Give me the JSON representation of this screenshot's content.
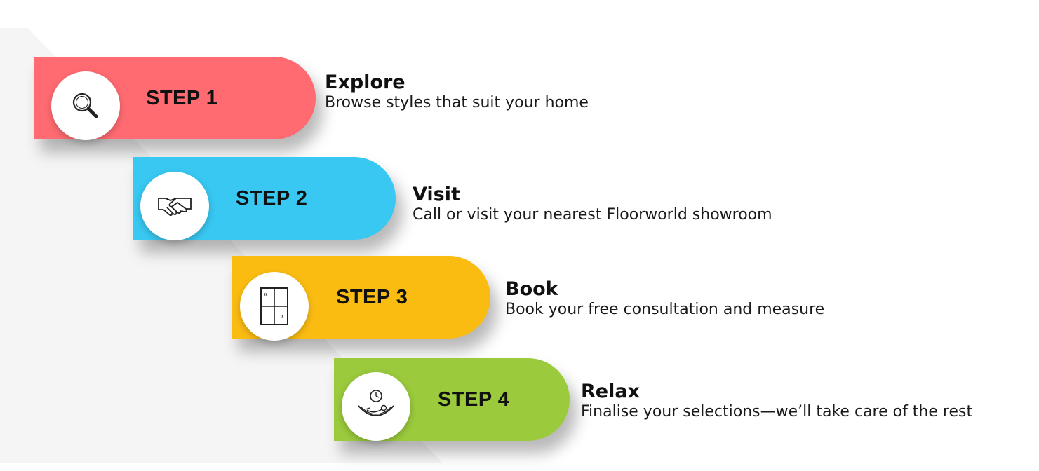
{
  "colors": {
    "step1": "#ff6b71",
    "step2": "#38c8f2",
    "step3": "#fbbc12",
    "step4": "#9bca3c",
    "background_wedge": "#f5f5f5"
  },
  "steps": [
    {
      "label": "STEP 1",
      "title": "Explore",
      "description": "Browse styles that suit your home",
      "icon": "magnifier-icon"
    },
    {
      "label": "STEP 2",
      "title": "Visit",
      "description": "Call or visit your nearest Floorworld showroom",
      "icon": "handshake-icon"
    },
    {
      "label": "STEP 3",
      "title": "Book",
      "description": "Book your free consultation and measure",
      "icon": "window-icon"
    },
    {
      "label": "STEP 4",
      "title": "Relax",
      "description": "Finalise your selections—we’ll take care of the rest",
      "icon": "hammock-relax-icon"
    }
  ]
}
